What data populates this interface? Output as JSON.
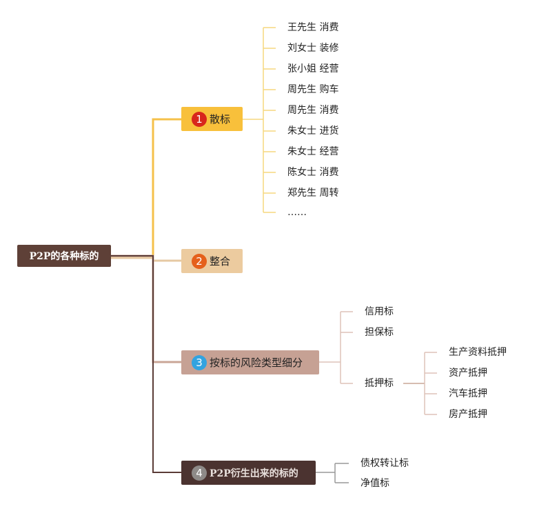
{
  "root": {
    "label": "P2P的各种标的"
  },
  "branches": [
    {
      "number": "1",
      "label": "散标",
      "color": "#f8c03b",
      "badge_color": "#d8261c",
      "line_color": "#f5c04a",
      "leaf_line_color": "#f6d77e",
      "children": [
        "王先生 消费",
        "刘女士 装修",
        "张小姐 经营",
        "周先生 购车",
        "周先生 消费",
        "朱女士 进货",
        "朱女士 经营",
        "陈女士 消费",
        "郑先生 周转",
        "……"
      ]
    },
    {
      "number": "2",
      "label": "整合",
      "color": "#eccb9f",
      "badge_color": "#e5601b",
      "line_color": "#e6c9a3",
      "children": []
    },
    {
      "number": "3",
      "label": "按标的风险类型细分",
      "color": "#c6a194",
      "badge_color": "#32a3e0",
      "line_color": "#c9a596",
      "leaf_line_color": "#ddc2b8",
      "children": [
        "信用标",
        "担保标",
        "抵押标"
      ],
      "sub": {
        "parent": "抵押标",
        "children": [
          "生产资料抵押",
          "资产抵押",
          "汽车抵押",
          "房产抵押"
        ]
      }
    },
    {
      "number": "4",
      "label": "P2P衍生出来的标的",
      "color": "#4b3330",
      "badge_color": "#8e8a88",
      "line_color": "#5a3b36",
      "leaf_line_color": "#999999",
      "children": [
        "债权转让标",
        "净值标"
      ]
    }
  ]
}
